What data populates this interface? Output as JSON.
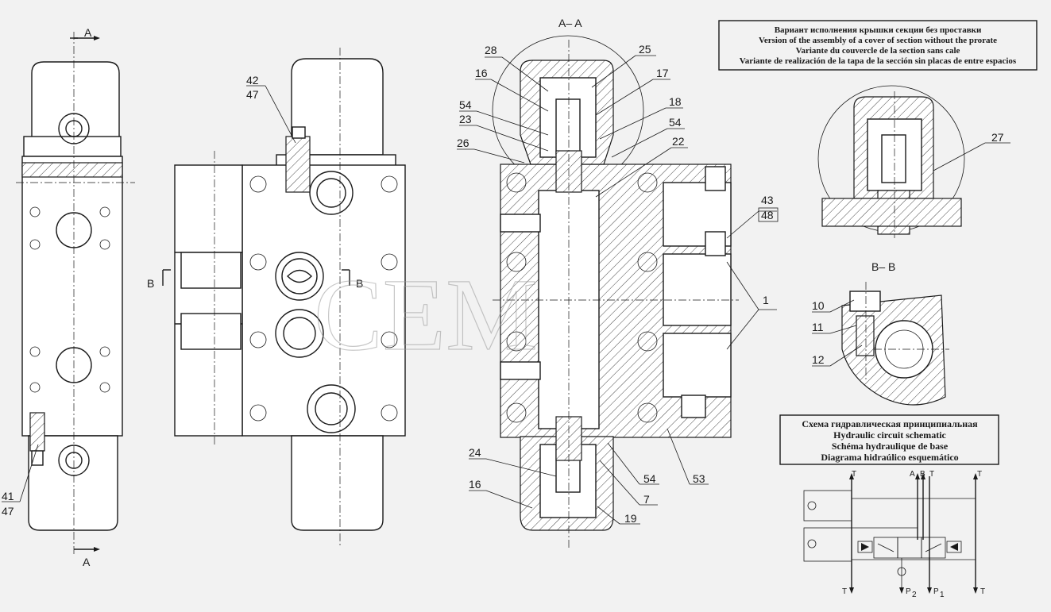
{
  "section_titles": {
    "aa": "A– A",
    "bb": "B– B"
  },
  "section_marks": {
    "a_top": "A",
    "a_bottom": "A",
    "b_left": "B",
    "b_right": "B"
  },
  "variant_note": {
    "line1": "Вариант исполнения крышки секции без проставки",
    "line2": "Version of the assembly of a cover of section without the prorate",
    "line3": "Variante du couvercle de la section sans cale",
    "line4": "Variante de realización de la tapa de la sección sin placas de entre espacios"
  },
  "schematic_title": {
    "line1": "Схема гидравлическая принципиальная",
    "line2": "Hydraulic circuit schematic",
    "line3": "Schéma hydraulique de base",
    "line4": "Diagrama hidraúlico esquemático"
  },
  "schematic_ports": {
    "t_top_left": "T",
    "a": "A",
    "b": "B",
    "t_top_mid": "T",
    "t_top_right": "T",
    "t_bottom_left": "T",
    "p2": "P",
    "p2_sub": "2",
    "p1": "P",
    "p1_sub": "1",
    "t_bottom_right": "T"
  },
  "callouts": {
    "c42": "42",
    "c47a": "47",
    "c41": "41",
    "c47b": "47",
    "c28": "28",
    "c25": "25",
    "c16a": "16",
    "c17": "17",
    "c54a": "54",
    "c18": "18",
    "c23": "23",
    "c54b": "54",
    "c26": "26",
    "c22": "22",
    "c43": "43",
    "c48": "48",
    "c1": "1",
    "c24": "24",
    "c16b": "16",
    "c54c": "54",
    "c7": "7",
    "c19": "19",
    "c53": "53",
    "c27": "27",
    "c10": "10",
    "c11": "11",
    "c12": "12"
  },
  "watermark": "CEM"
}
